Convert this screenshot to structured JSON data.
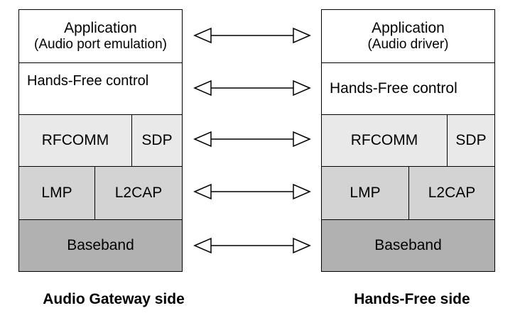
{
  "left_stack": {
    "application": {
      "title": "Application",
      "subtitle": "(Audio port emulation)"
    },
    "hands_free_control": "Hands-Free control",
    "rfcomm": "RFCOMM",
    "sdp": "SDP",
    "lmp": "LMP",
    "l2cap": "L2CAP",
    "baseband": "Baseband",
    "caption": "Audio Gateway side"
  },
  "right_stack": {
    "application": {
      "title": "Application",
      "subtitle": "(Audio driver)"
    },
    "hands_free_control": "Hands-Free control",
    "rfcomm": "RFCOMM",
    "sdp": "SDP",
    "lmp": "LMP",
    "l2cap": "L2CAP",
    "baseband": "Baseband",
    "caption": "Hands-Free side"
  },
  "arrows": [
    "application",
    "hands_free_control",
    "rfcomm",
    "l2cap",
    "baseband"
  ]
}
